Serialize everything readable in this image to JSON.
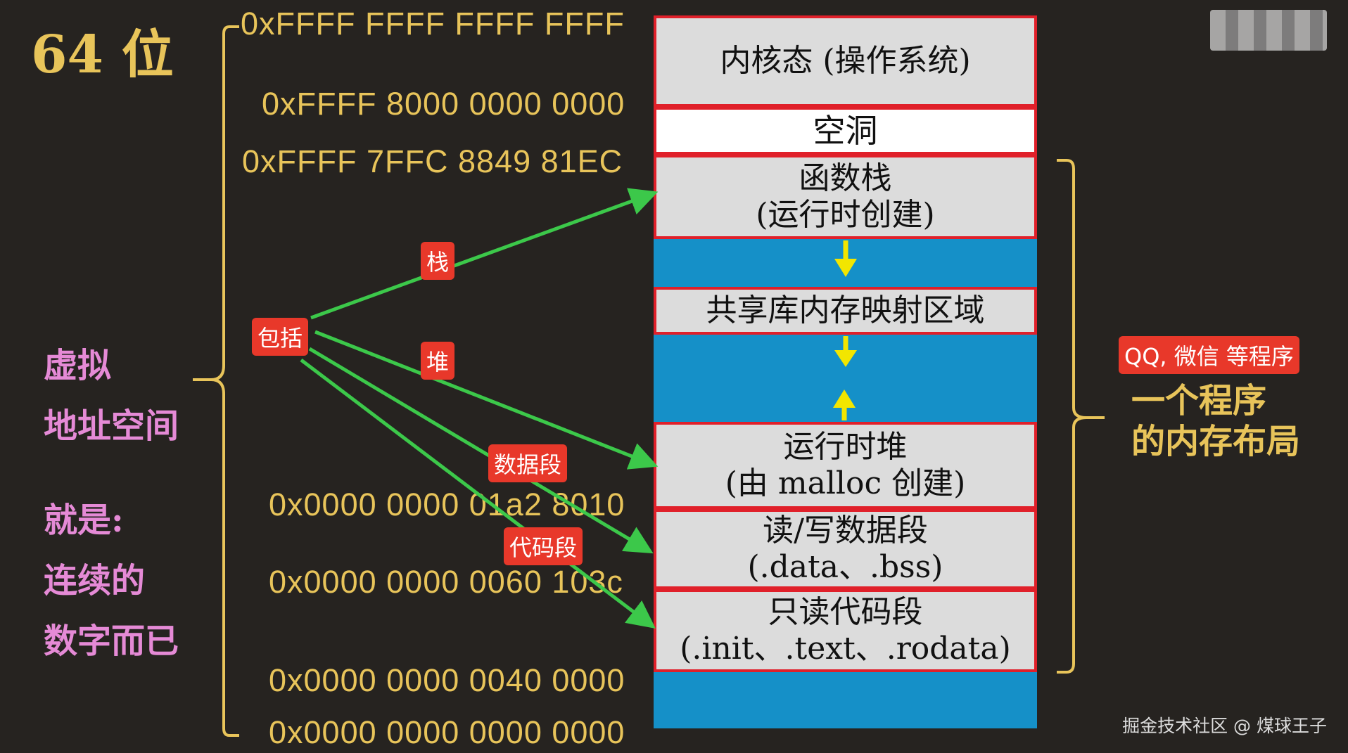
{
  "title": "64 位",
  "addresses": {
    "top": "0xFFFF FFFF FFFF FFFF",
    "kernel_start": "0xFFFF 8000 0000 0000",
    "stack_ptr": "0xFFFF 7FFC 8849 81EC",
    "data_addr": "0x0000 0000 01a2 8010",
    "text_addr": "0x0000 0000 0060 103c",
    "text_start": "0x0000 0000 0040 0000",
    "zero": "0x0000 0000 0000 0000"
  },
  "left_text": {
    "line1": "虚拟",
    "line2": "地址空间",
    "line3": "就是:",
    "line4": "连续的",
    "line5": "数字而已"
  },
  "segments": {
    "kernel": "内核态 (操作系统)",
    "hole": "空洞",
    "stack_l1": "函数栈",
    "stack_l2": "(运行时创建)",
    "shared": "共享库内存映射区域",
    "heap_l1": "运行时堆",
    "heap_l2": "(由 malloc 创建)",
    "data_l1": "读/写数据段",
    "data_l2": "(.data、.bss)",
    "text_l1": "只读代码段",
    "text_l2": "(.init、.text、.rodata)"
  },
  "tags": {
    "include": "包括",
    "stack": "栈",
    "heap": "堆",
    "data": "数据段",
    "code": "代码段",
    "qq": "QQ, 微信 等程序"
  },
  "right_text": {
    "line1": "一个程序",
    "line2": "的内存布局"
  },
  "watermark": "掘金技术社区 @ 煤球王子",
  "colors": {
    "gold": "#e8c45a",
    "pink": "#e58ad6",
    "segment_border": "#e0202a",
    "free_space": "#1590c8",
    "arrow_green": "#3cc84a",
    "arrow_yellow": "#f2e600",
    "tag_red": "#e8382a"
  }
}
